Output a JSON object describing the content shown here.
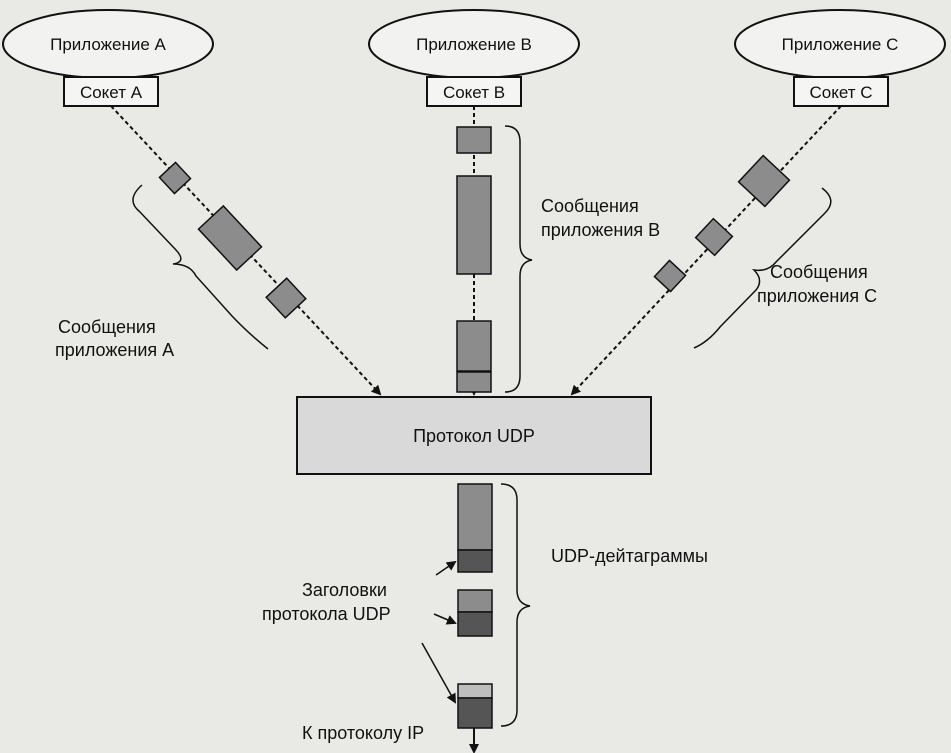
{
  "apps": [
    {
      "name": "Приложение A",
      "socket": "Сокет A",
      "messages_label": [
        "Сообщения",
        "приложения A"
      ]
    },
    {
      "name": "Приложение B",
      "socket": "Сокет B",
      "messages_label": [
        "Сообщения",
        "приложения B"
      ]
    },
    {
      "name": "Приложение C",
      "socket": "Сокет C",
      "messages_label": [
        "Сообщения",
        "приложения C"
      ]
    }
  ],
  "udp_protocol": "Протокол UDP",
  "datagrams_label": "UDP-дейтаграммы",
  "headers_label": [
    "Заголовки",
    "протокола UDP"
  ],
  "to_ip_label": "К протоколу IP",
  "colors": {
    "background": "#e9e9e6",
    "ink": "#111111",
    "message_block": "#8c8c8c",
    "udp_box": "#d9d9d9",
    "header_block": "#555555",
    "datagram_light": "#bdbdbd"
  }
}
